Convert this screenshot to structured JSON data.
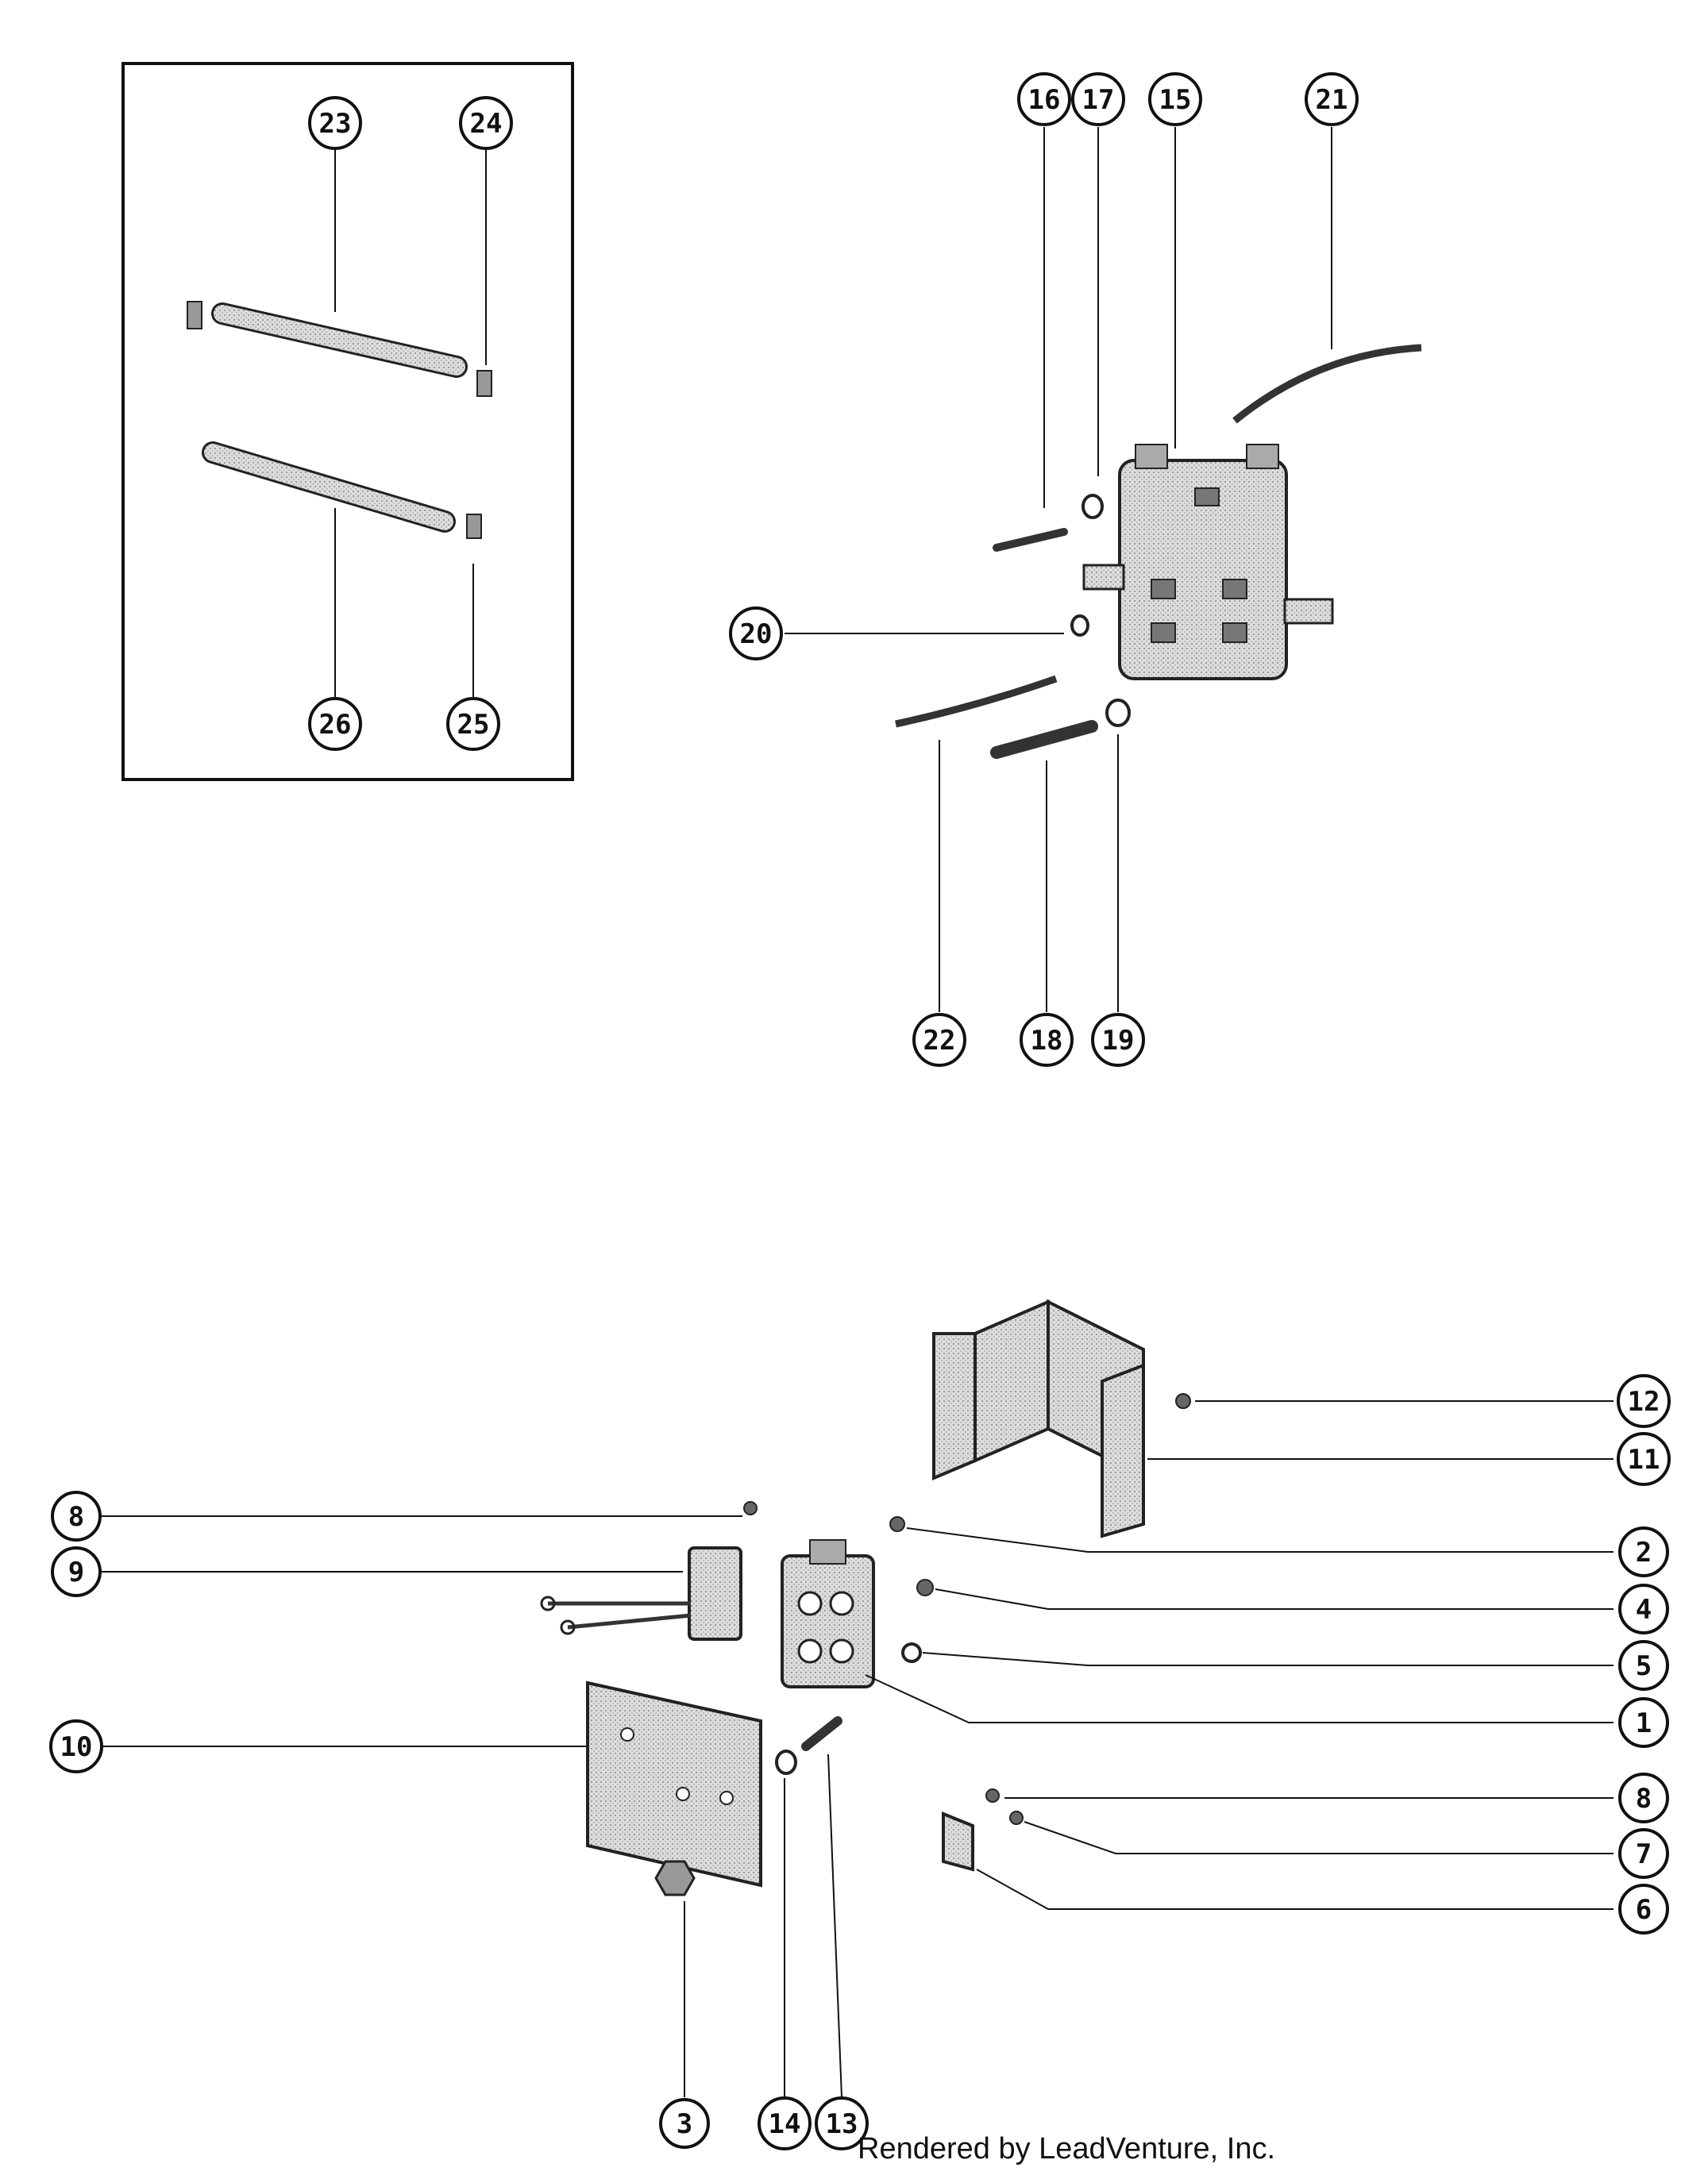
{
  "callouts": [
    "1",
    "2",
    "3",
    "4",
    "5",
    "6",
    "7",
    "8",
    "8",
    "9",
    "10",
    "11",
    "12",
    "13",
    "14",
    "15",
    "16",
    "17",
    "18",
    "19",
    "20",
    "21",
    "22",
    "23",
    "24",
    "25",
    "26"
  ],
  "credit": "Rendered by LeadVenture, Inc."
}
